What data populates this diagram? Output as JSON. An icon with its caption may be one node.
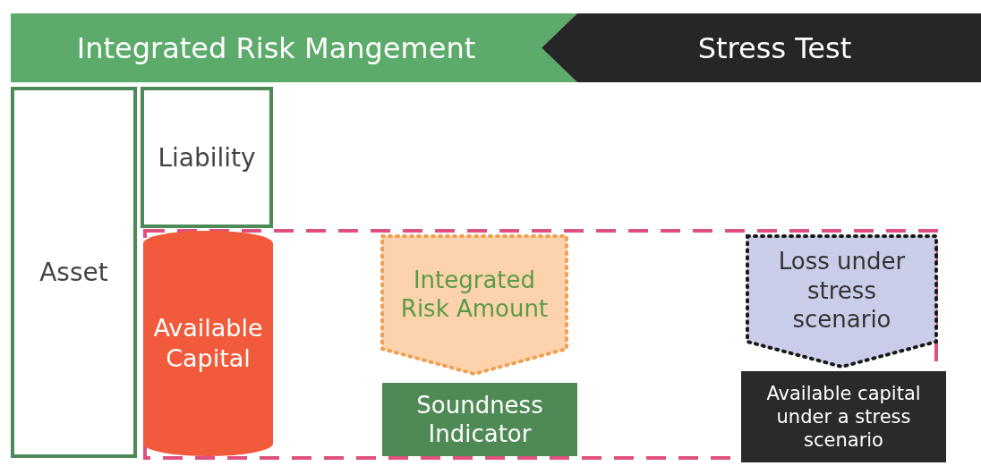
{
  "diagram": {
    "nodes": [
      {
        "text": [
          "Integrated Risk Mangement"
        ]
      },
      {
        "text": [
          "Stress Test"
        ]
      },
      {
        "text": [
          "Asset"
        ]
      },
      {
        "text": [
          "Liability"
        ]
      },
      {
        "text": [
          "Available Capital"
        ]
      },
      {
        "text": [
          "Integrated Risk Amount"
        ]
      },
      {
        "text": [
          "Soundness Indicator"
        ]
      },
      {
        "text": [
          "Loss under stress scenario"
        ]
      },
      {
        "text": [
          "Available capital under a stress scenario"
        ]
      }
    ]
  }
}
